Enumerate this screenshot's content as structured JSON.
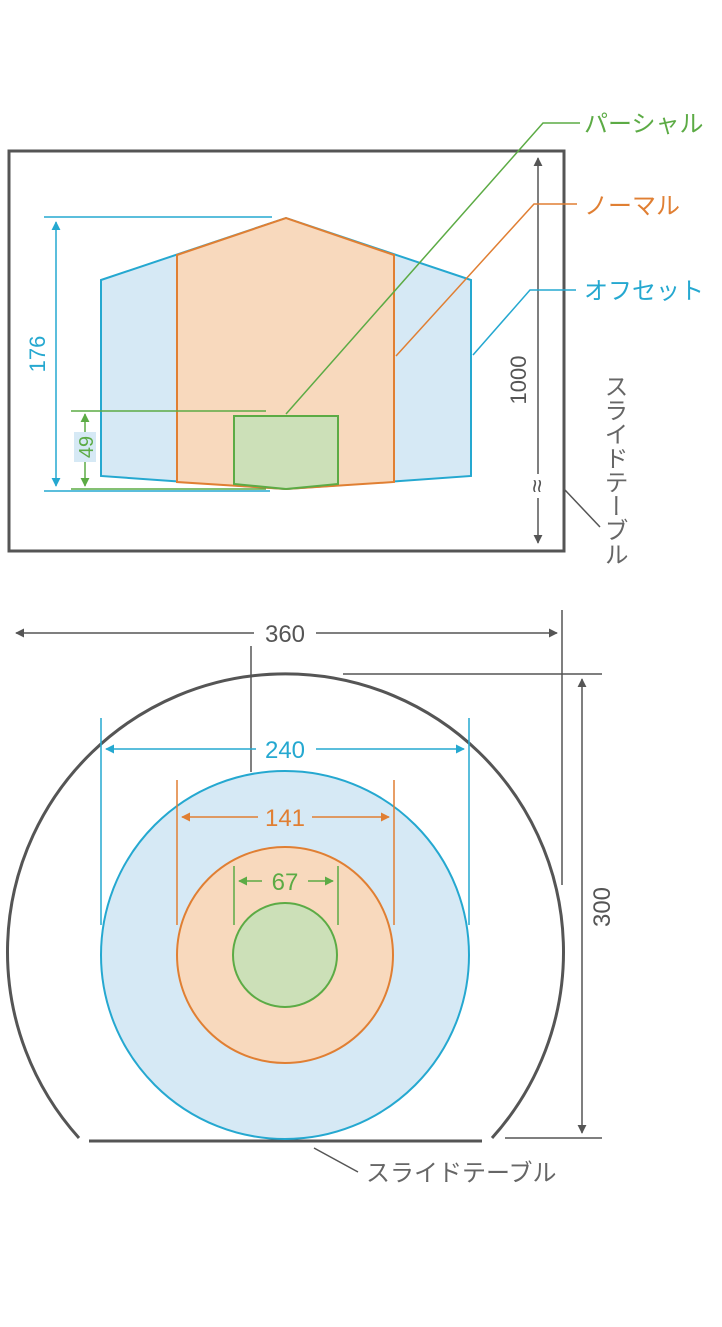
{
  "colors": {
    "gray": "#555555",
    "dim_gray": "#666666",
    "blue": "#25a8d0",
    "blue_fill": "#d6e9f5",
    "orange": "#e07f33",
    "orange_fill": "#f8d9bd",
    "green": "#5cab45",
    "green_fill": "#cce0b8"
  },
  "legend": {
    "partial": "パーシャル",
    "normal": "ノーマル",
    "offset": "オフセット"
  },
  "side_view": {
    "height_label": "176",
    "partial_height_label": "49",
    "length_label": "1000",
    "break_symbol": "≈",
    "table_label": "スライドテーブル"
  },
  "front_view": {
    "outer_width_label": "360",
    "offset_dia_label": "240",
    "normal_dia_label": "141",
    "partial_dia_label": "67",
    "height_label": "300",
    "table_label": "スライドテーブル"
  }
}
